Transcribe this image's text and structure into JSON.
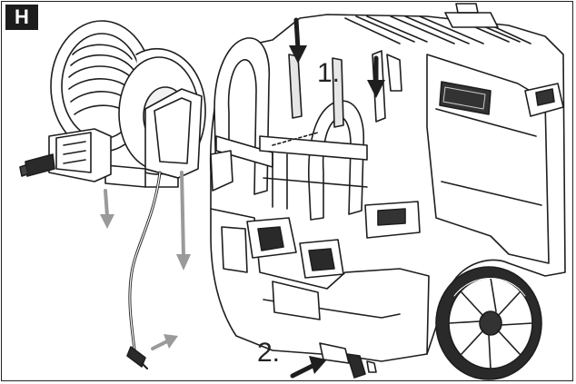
{
  "figure": {
    "badge_label": "H",
    "step_labels": [
      "1.",
      "2."
    ]
  },
  "colors": {
    "line": "#1e1e1e",
    "gray_arrow": "#9a9a9a",
    "fill": "#ffffff",
    "shade": "#e6e6e6",
    "dark": "#2a2a2a"
  }
}
